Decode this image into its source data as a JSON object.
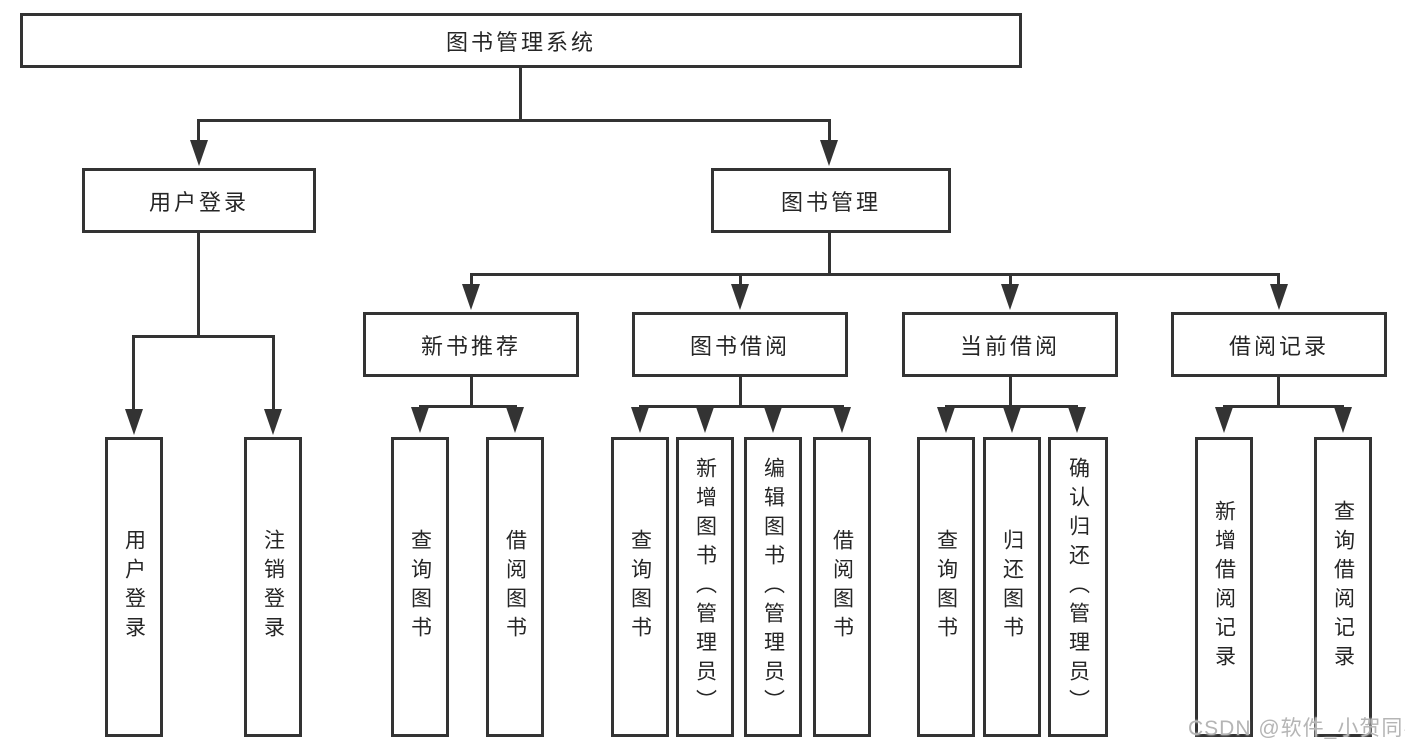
{
  "tree": {
    "root": "图书管理系统",
    "branches": [
      {
        "label": "用户登录",
        "children": [
          "用户登录",
          "注销登录"
        ]
      },
      {
        "label": "图书管理",
        "groups": [
          {
            "label": "新书推荐",
            "children": [
              "查询图书",
              "借阅图书"
            ]
          },
          {
            "label": "图书借阅",
            "children": [
              "查询图书",
              "新增图书（管理员）",
              "编辑图书（管理员）",
              "借阅图书"
            ]
          },
          {
            "label": "当前借阅",
            "children": [
              "查询图书",
              "归还图书",
              "确认归还（管理员）"
            ]
          },
          {
            "label": "借阅记录",
            "children": [
              "新增借阅记录",
              "查询借阅记录"
            ]
          }
        ]
      }
    ]
  },
  "watermark": "CSDN @软件_小贺同学",
  "colors": {
    "line": "#333333",
    "text": "#262626",
    "watermark": "#b5b5b5",
    "background": "#ffffff"
  }
}
